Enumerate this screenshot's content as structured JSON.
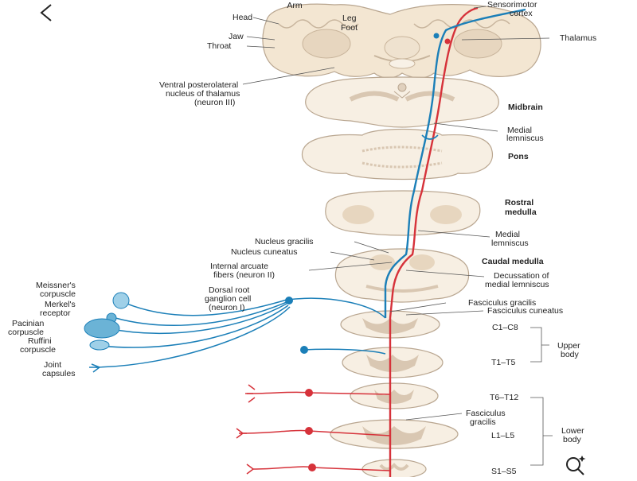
{
  "labels": {
    "arm": "Arm",
    "head": "Head",
    "leg": "Leg",
    "foot": "Foot",
    "jaw": "Jaw",
    "throat": "Throat",
    "sensorimotor_cortex_1": "Sensorimotor",
    "sensorimotor_cortex_2": "cortex",
    "thalamus": "Thalamus",
    "vpl_1": "Ventral posterolateral",
    "vpl_2": "nucleus of thalamus",
    "vpl_3": "(neuron III)",
    "midbrain": "Midbrain",
    "medial_lemniscus_upper_1": "Medial",
    "medial_lemniscus_upper_2": "lemniscus",
    "pons": "Pons",
    "rostral_medulla_1": "Rostral",
    "rostral_medulla_2": "medulla",
    "medial_lemniscus_lower_1": "Medial",
    "medial_lemniscus_lower_2": "lemniscus",
    "nucleus_gracilis": "Nucleus gracilis",
    "nucleus_cuneatus": "Nucleus cuneatus",
    "caudal_medulla": "Caudal medulla",
    "internal_arcuate_1": "Internal arcuate",
    "internal_arcuate_2": "fibers (neuron II)",
    "decussation_1": "Decussation of",
    "decussation_2": "medial lemniscus",
    "meissner_1": "Meissner's",
    "meissner_2": "corpuscle",
    "dorsal_root_1": "Dorsal root",
    "dorsal_root_2": "ganglion cell",
    "dorsal_root_3": "(neuron I)",
    "merkel_1": "Merkel's",
    "merkel_2": "receptor",
    "fasciculus_gracilis": "Fasciculus gracilis",
    "fasciculus_cuneatus": "Fasciculus cuneatus",
    "pacinian_1": "Pacinian",
    "pacinian_2": "corpuscle",
    "c1_c8": "C1–C8",
    "upper_body_1": "Upper",
    "upper_body_2": "body",
    "ruffini_1": "Ruffini",
    "ruffini_2": "corpuscle",
    "joint_1": "Joint",
    "joint_2": "capsules",
    "t1_t5": "T1–T5",
    "t6_t12": "T6–T12",
    "fasciculus_gracilis_lower_1": "Fasciculus",
    "fasciculus_gracilis_lower_2": "gracilis",
    "l1_l5": "L1–L5",
    "lower_body_1": "Lower",
    "lower_body_2": "body",
    "s1_s5": "S1–S5"
  },
  "colors": {
    "upper_pathway": "#1b7fb8",
    "lower_pathway": "#d6323a",
    "tissue_fill": "#f7efe3",
    "tissue_stroke": "#b9a690",
    "grey_matter": "#d9c7b2",
    "receptor": "#6bb3d6"
  },
  "icons": {
    "back": "chevron-left-icon",
    "zoom": "zoom-search-icon"
  }
}
